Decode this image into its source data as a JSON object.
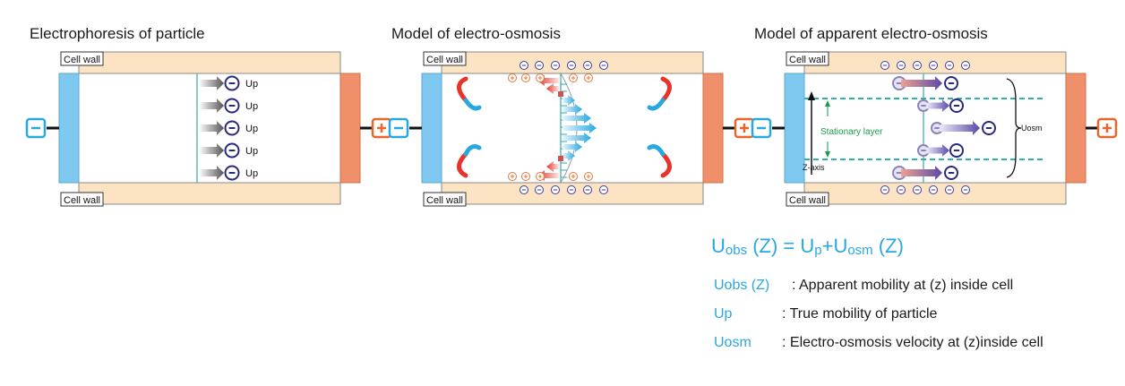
{
  "panels": [
    {
      "title": "Electrophoresis of particle"
    },
    {
      "title": "Model of electro-osmosis"
    },
    {
      "title": "Model of apparent electro-osmosis"
    }
  ],
  "labels": {
    "cell_wall": "Cell wall",
    "up": "Up",
    "uosm": "Uosm",
    "stationary_layer": "Stationary layer",
    "z_axis": "Z-axis",
    "minus": "−",
    "plus": "+",
    "neg_ion": "−",
    "pos_ion": "+"
  },
  "equation": {
    "lhs": "U",
    "lhs_sub": "obs",
    "lhs_arg": " (Z) = U",
    "mid_sub": "p",
    "mid_plus": "+U",
    "rhs_sub": "osm",
    "rhs_arg": " (Z)"
  },
  "legend": [
    {
      "term": "Uobs (Z)",
      "desc": ": Apparent mobility at (z) inside cell"
    },
    {
      "term": "Up",
      "desc": ": True mobility of particle"
    },
    {
      "term": "Uosm",
      "desc": ": Electro-osmosis velocity at (z)inside cell"
    }
  ],
  "colors": {
    "wall_fill": "#fbe3c4",
    "cathode": "#7fc8f0",
    "anode": "#f0906a",
    "line": "#3aa9a0",
    "ion_blue": "#2a2a7a",
    "dashed": "#2ab3a6",
    "arrow_red": "#e8332a",
    "arrow_blue": "#29a8e0"
  }
}
